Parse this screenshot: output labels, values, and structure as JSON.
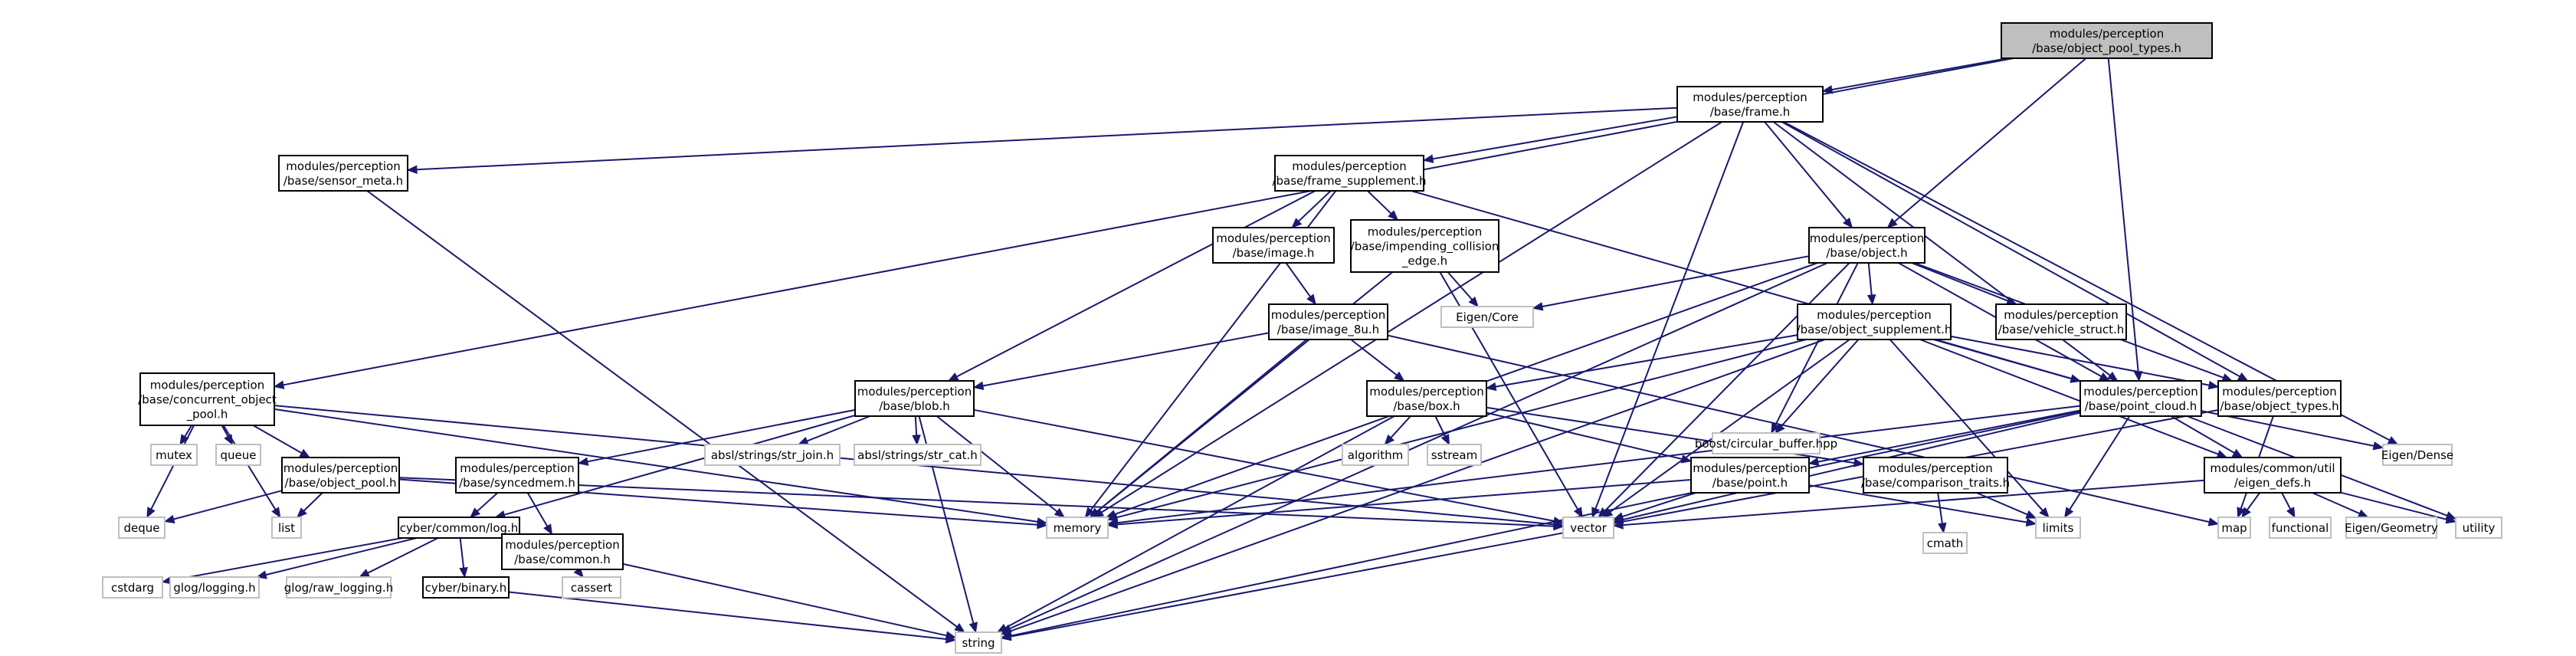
{
  "colors": {
    "edge": "#191970",
    "root_fill": "#bfbfbf",
    "header_stroke": "#000000",
    "system_stroke": "#bfbfbf",
    "node_fill": "#ffffff"
  },
  "nodes": [
    {
      "id": "root",
      "kind": "root",
      "lines": [
        "modules/perception",
        "/base/object_pool_types.h"
      ]
    },
    {
      "id": "frame",
      "kind": "header",
      "lines": [
        "modules/perception",
        "/base/frame.h"
      ]
    },
    {
      "id": "sensor_meta",
      "kind": "header",
      "lines": [
        "modules/perception",
        "/base/sensor_meta.h"
      ]
    },
    {
      "id": "frame_supplement",
      "kind": "header",
      "lines": [
        "modules/perception",
        "/base/frame_supplement.h"
      ]
    },
    {
      "id": "image",
      "kind": "header",
      "lines": [
        "modules/perception",
        "/base/image.h"
      ]
    },
    {
      "id": "impending",
      "kind": "header",
      "lines": [
        "modules/perception",
        "/base/impending_collision",
        "_edge.h"
      ]
    },
    {
      "id": "object",
      "kind": "header",
      "lines": [
        "modules/perception",
        "/base/object.h"
      ]
    },
    {
      "id": "image8u",
      "kind": "header",
      "lines": [
        "modules/perception",
        "/base/image_8u.h"
      ]
    },
    {
      "id": "eigen_core",
      "kind": "system",
      "lines": [
        "Eigen/Core"
      ]
    },
    {
      "id": "object_supplement",
      "kind": "header",
      "lines": [
        "modules/perception",
        "/base/object_supplement.h"
      ]
    },
    {
      "id": "vehicle_struct",
      "kind": "header",
      "lines": [
        "modules/perception",
        "/base/vehicle_struct.h"
      ]
    },
    {
      "id": "concurrent",
      "kind": "header",
      "lines": [
        "modules/perception",
        "/base/concurrent_object",
        "_pool.h"
      ]
    },
    {
      "id": "blob",
      "kind": "header",
      "lines": [
        "modules/perception",
        "/base/blob.h"
      ]
    },
    {
      "id": "boost_cb",
      "kind": "system",
      "lines": [
        "boost/circular_buffer.hpp"
      ]
    },
    {
      "id": "box",
      "kind": "header",
      "lines": [
        "modules/perception",
        "/base/box.h"
      ]
    },
    {
      "id": "point_cloud",
      "kind": "header",
      "lines": [
        "modules/perception",
        "/base/point_cloud.h"
      ]
    },
    {
      "id": "object_types",
      "kind": "header",
      "lines": [
        "modules/perception",
        "/base/object_types.h"
      ]
    },
    {
      "id": "mutex",
      "kind": "system",
      "lines": [
        "mutex"
      ]
    },
    {
      "id": "queue",
      "kind": "system",
      "lines": [
        "queue"
      ]
    },
    {
      "id": "object_pool",
      "kind": "header",
      "lines": [
        "modules/perception",
        "/base/object_pool.h"
      ]
    },
    {
      "id": "syncedmem",
      "kind": "header",
      "lines": [
        "modules/perception",
        "/base/syncedmem.h"
      ]
    },
    {
      "id": "str_join",
      "kind": "system",
      "lines": [
        "absl/strings/str_join.h"
      ]
    },
    {
      "id": "str_cat",
      "kind": "system",
      "lines": [
        "absl/strings/str_cat.h"
      ]
    },
    {
      "id": "algorithm",
      "kind": "system",
      "lines": [
        "algorithm"
      ]
    },
    {
      "id": "sstream",
      "kind": "system",
      "lines": [
        "sstream"
      ]
    },
    {
      "id": "point",
      "kind": "header",
      "lines": [
        "modules/perception",
        "/base/point.h"
      ]
    },
    {
      "id": "comparison",
      "kind": "header",
      "lines": [
        "modules/perception",
        "/base/comparison_traits.h"
      ]
    },
    {
      "id": "eigen_defs",
      "kind": "header",
      "lines": [
        "modules/common/util",
        "/eigen_defs.h"
      ]
    },
    {
      "id": "eigen_dense",
      "kind": "system",
      "lines": [
        "Eigen/Dense"
      ]
    },
    {
      "id": "deque",
      "kind": "system",
      "lines": [
        "deque"
      ]
    },
    {
      "id": "list",
      "kind": "system",
      "lines": [
        "list"
      ]
    },
    {
      "id": "cyber_log",
      "kind": "header",
      "lines": [
        "cyber/common/log.h"
      ]
    },
    {
      "id": "memory",
      "kind": "system",
      "lines": [
        "memory"
      ]
    },
    {
      "id": "vector",
      "kind": "system",
      "lines": [
        "vector"
      ]
    },
    {
      "id": "common",
      "kind": "header",
      "lines": [
        "modules/perception",
        "/base/common.h"
      ]
    },
    {
      "id": "cmath",
      "kind": "system",
      "lines": [
        "cmath"
      ]
    },
    {
      "id": "limits",
      "kind": "system",
      "lines": [
        "limits"
      ]
    },
    {
      "id": "map",
      "kind": "system",
      "lines": [
        "map"
      ]
    },
    {
      "id": "functional",
      "kind": "system",
      "lines": [
        "functional"
      ]
    },
    {
      "id": "eigen_geometry",
      "kind": "system",
      "lines": [
        "Eigen/Geometry"
      ]
    },
    {
      "id": "utility",
      "kind": "system",
      "lines": [
        "utility"
      ]
    },
    {
      "id": "cstdarg",
      "kind": "system",
      "lines": [
        "cstdarg"
      ]
    },
    {
      "id": "glog_logging",
      "kind": "system",
      "lines": [
        "glog/logging.h"
      ]
    },
    {
      "id": "glog_raw",
      "kind": "system",
      "lines": [
        "glog/raw_logging.h"
      ]
    },
    {
      "id": "cyber_binary",
      "kind": "header",
      "lines": [
        "cyber/binary.h"
      ]
    },
    {
      "id": "cassert",
      "kind": "system",
      "lines": [
        "cassert"
      ]
    },
    {
      "id": "string",
      "kind": "system",
      "lines": [
        "string"
      ]
    }
  ],
  "edges": [
    [
      "root",
      "frame"
    ],
    [
      "root",
      "concurrent"
    ],
    [
      "root",
      "object"
    ],
    [
      "root",
      "point_cloud"
    ],
    [
      "frame",
      "sensor_meta"
    ],
    [
      "frame",
      "frame_supplement"
    ],
    [
      "frame",
      "object"
    ],
    [
      "frame",
      "point_cloud"
    ],
    [
      "frame",
      "object_types"
    ],
    [
      "frame",
      "eigen_dense"
    ],
    [
      "frame",
      "memory"
    ],
    [
      "frame",
      "vector"
    ],
    [
      "sensor_meta",
      "string"
    ],
    [
      "frame_supplement",
      "image"
    ],
    [
      "frame_supplement",
      "impending"
    ],
    [
      "frame_supplement",
      "blob"
    ],
    [
      "frame_supplement",
      "point_cloud"
    ],
    [
      "frame_supplement",
      "memory"
    ],
    [
      "image",
      "image8u"
    ],
    [
      "impending",
      "eigen_core"
    ],
    [
      "impending",
      "memory"
    ],
    [
      "impending",
      "vector"
    ],
    [
      "image8u",
      "blob"
    ],
    [
      "image8u",
      "box"
    ],
    [
      "image8u",
      "memory"
    ],
    [
      "image8u",
      "map"
    ],
    [
      "object",
      "eigen_core"
    ],
    [
      "object",
      "object_supplement"
    ],
    [
      "object",
      "vehicle_struct"
    ],
    [
      "object",
      "boost_cb"
    ],
    [
      "object",
      "point_cloud"
    ],
    [
      "object",
      "object_types"
    ],
    [
      "object",
      "memory"
    ],
    [
      "object",
      "vector"
    ],
    [
      "object",
      "string"
    ],
    [
      "object_supplement",
      "boost_cb"
    ],
    [
      "object_supplement",
      "box"
    ],
    [
      "object_supplement",
      "point_cloud"
    ],
    [
      "object_supplement",
      "object_types"
    ],
    [
      "object_supplement",
      "eigen_defs"
    ],
    [
      "object_supplement",
      "memory"
    ],
    [
      "object_supplement",
      "vector"
    ],
    [
      "object_supplement",
      "limits"
    ],
    [
      "object_supplement",
      "string"
    ],
    [
      "concurrent",
      "mutex"
    ],
    [
      "concurrent",
      "queue"
    ],
    [
      "concurrent",
      "object_pool"
    ],
    [
      "concurrent",
      "deque"
    ],
    [
      "concurrent",
      "list"
    ],
    [
      "concurrent",
      "memory"
    ],
    [
      "concurrent",
      "vector"
    ],
    [
      "object_pool",
      "deque"
    ],
    [
      "object_pool",
      "list"
    ],
    [
      "object_pool",
      "memory"
    ],
    [
      "object_pool",
      "vector"
    ],
    [
      "blob",
      "syncedmem"
    ],
    [
      "blob",
      "str_join"
    ],
    [
      "blob",
      "str_cat"
    ],
    [
      "blob",
      "cyber_log"
    ],
    [
      "blob",
      "memory"
    ],
    [
      "blob",
      "vector"
    ],
    [
      "blob",
      "string"
    ],
    [
      "syncedmem",
      "common"
    ],
    [
      "syncedmem",
      "cyber_log"
    ],
    [
      "common",
      "cassert"
    ],
    [
      "cyber_log",
      "cstdarg"
    ],
    [
      "cyber_log",
      "glog_logging"
    ],
    [
      "cyber_log",
      "glog_raw"
    ],
    [
      "cyber_log",
      "cyber_binary"
    ],
    [
      "cyber_log",
      "string"
    ],
    [
      "cyber_binary",
      "string"
    ],
    [
      "box",
      "algorithm"
    ],
    [
      "box",
      "sstream"
    ],
    [
      "box",
      "point"
    ],
    [
      "box",
      "comparison"
    ],
    [
      "box",
      "string"
    ],
    [
      "point",
      "memory"
    ],
    [
      "point",
      "vector"
    ],
    [
      "point",
      "limits"
    ],
    [
      "comparison",
      "cmath"
    ],
    [
      "comparison",
      "limits"
    ],
    [
      "point_cloud",
      "point"
    ],
    [
      "point_cloud",
      "eigen_defs"
    ],
    [
      "point_cloud",
      "eigen_dense"
    ],
    [
      "point_cloud",
      "memory"
    ],
    [
      "point_cloud",
      "vector"
    ],
    [
      "point_cloud",
      "limits"
    ],
    [
      "point_cloud",
      "utility"
    ],
    [
      "point_cloud",
      "string"
    ],
    [
      "object_types",
      "map"
    ],
    [
      "object_types",
      "string"
    ],
    [
      "eigen_defs",
      "map"
    ],
    [
      "eigen_defs",
      "functional"
    ],
    [
      "eigen_defs",
      "eigen_geometry"
    ],
    [
      "eigen_defs",
      "utility"
    ],
    [
      "eigen_defs",
      "vector"
    ]
  ]
}
